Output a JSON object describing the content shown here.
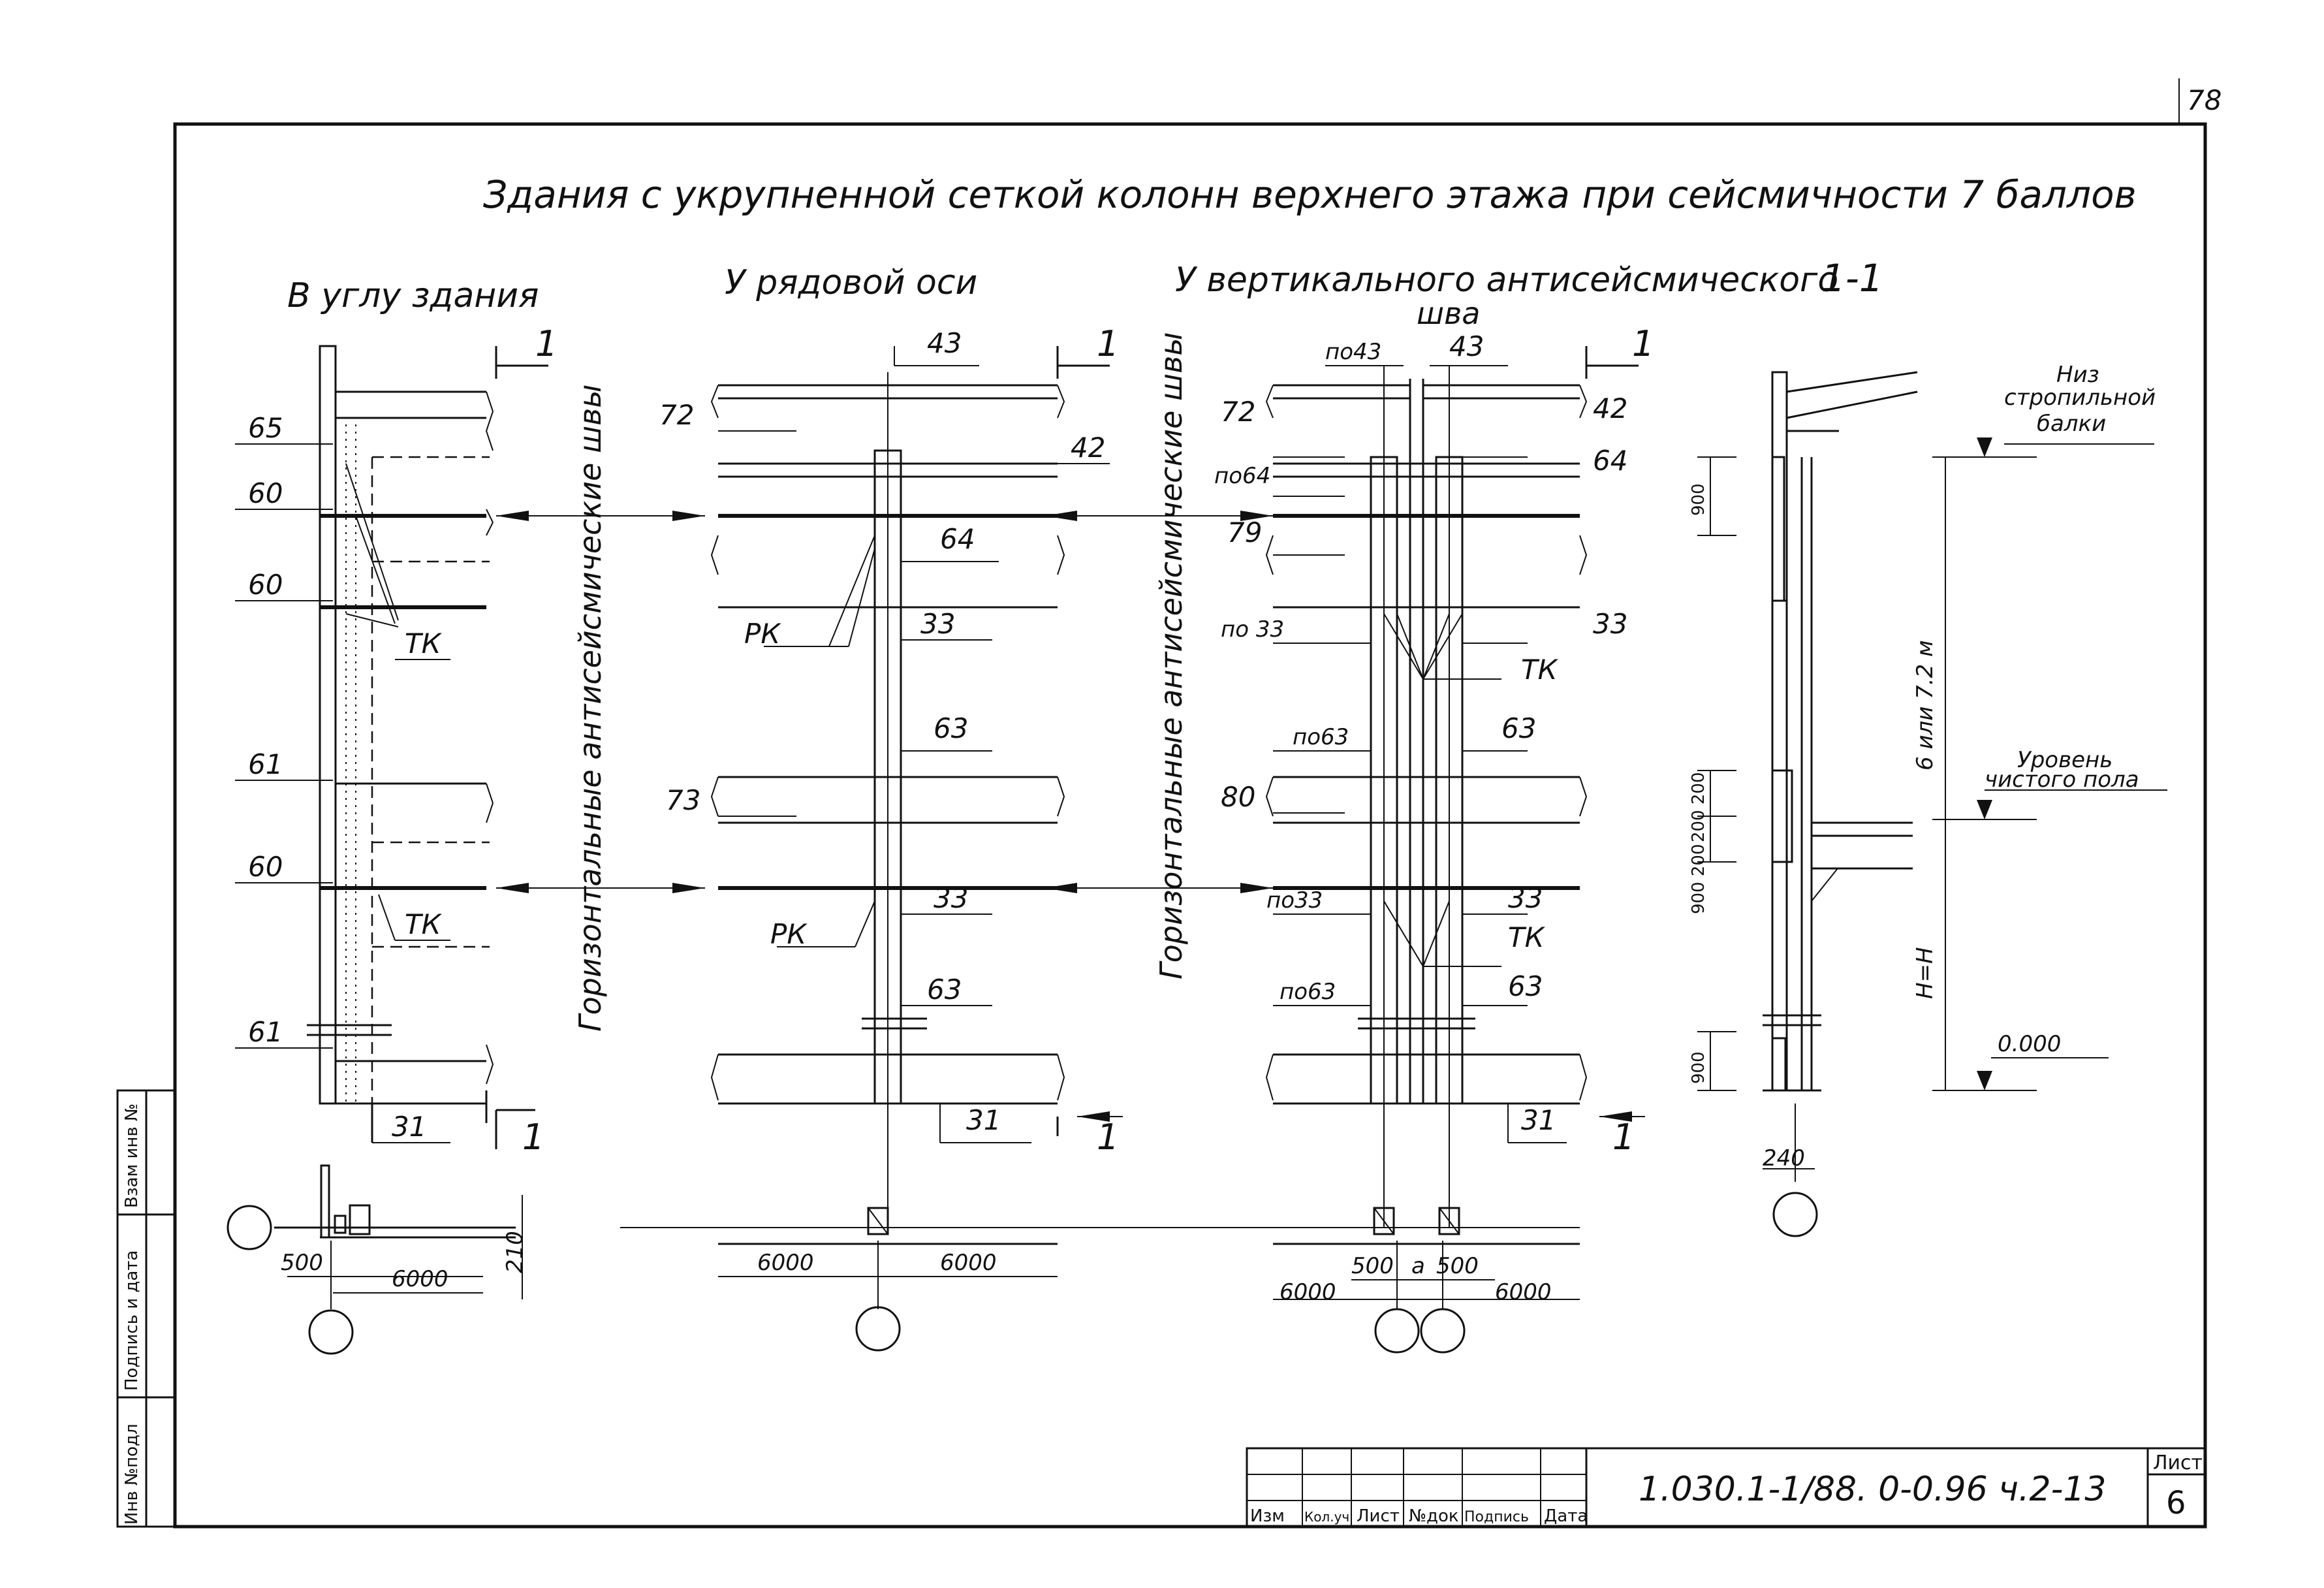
{
  "sheet_number_corner": "78",
  "title": "Здания с укрупненной сеткой колонн верхнего этажа при сейсмичности 7 баллов",
  "views": {
    "corner": "В углу здания",
    "ordinary_axis": "У рядовой оси",
    "seismic_joint_line1": "У вертикального антисейсмического",
    "seismic_joint_line2": "шва",
    "section": "1-1"
  },
  "vertical_labels": {
    "left": "Горизонтальные антисейсмические швы",
    "right": "Горизонтальные антисейсмические швы"
  },
  "section_marks": {
    "mark": "1"
  },
  "corner_view": {
    "labels": [
      "65",
      "60",
      "60",
      "61",
      "60",
      "61",
      "31"
    ],
    "tk": "ТК",
    "dims": [
      "500",
      "6000",
      "210"
    ]
  },
  "axis_view": {
    "labels": [
      "43",
      "72",
      "42",
      "64",
      "33",
      "63",
      "73",
      "33",
      "63",
      "31"
    ],
    "rk": "РК",
    "dims": [
      "6000",
      "6000"
    ]
  },
  "joint_view": {
    "labels_left": [
      "по43",
      "72",
      "по64",
      "79",
      "по 33",
      "по63",
      "80",
      "по33",
      "по63"
    ],
    "labels_right": [
      "43",
      "42",
      "64",
      "33",
      "63",
      "33",
      "63",
      "31"
    ],
    "tk": "ТК",
    "dims": [
      "6000",
      "500",
      "а",
      "500",
      "6000"
    ]
  },
  "section_view": {
    "note_top": [
      "Низ",
      "стропильной",
      "балки"
    ],
    "note_mid": [
      "Уровень",
      "чистого пола"
    ],
    "level": "0.000",
    "heights": [
      "6 или 7.2 м",
      "Н=Н"
    ],
    "dims_left": [
      "900",
      "200 200",
      "900 200",
      "900"
    ],
    "dim_bottom": "240"
  },
  "title_block": {
    "headers": [
      "Изм",
      "Кол.уч",
      "Лист",
      "№док",
      "Подпись",
      "Дата"
    ],
    "code": "1.030.1-1/88. 0-0.96 ч.2-13",
    "sheet_label": "Лист",
    "sheet_number": "6"
  },
  "side_stamp": {
    "fields": [
      "Инв №подл",
      "Подпись и дата",
      "Взам инв №"
    ]
  }
}
